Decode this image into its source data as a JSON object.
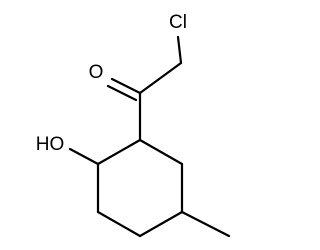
{
  "molecule": {
    "atoms": {
      "chlorine": "Cl",
      "carbonyl_oxygen": "O",
      "hydroxyl": "HO"
    },
    "colors": {
      "bond": "#000000",
      "background": "#ffffff"
    }
  }
}
